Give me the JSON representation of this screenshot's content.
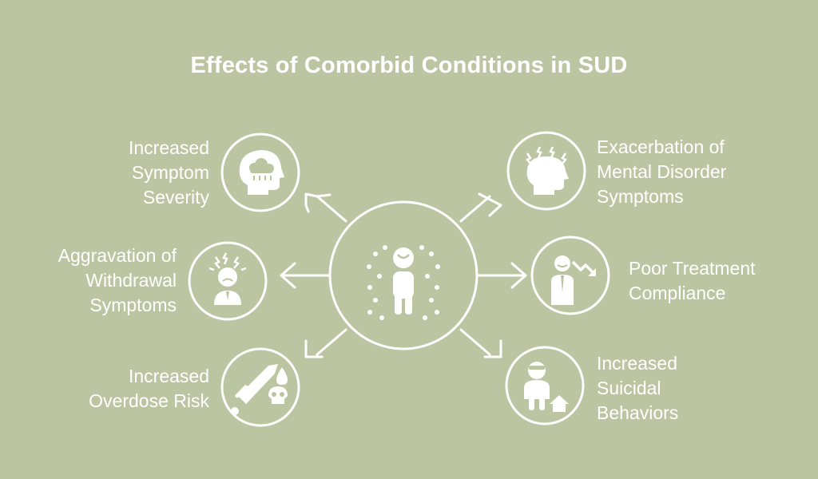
{
  "title": "Effects of Comorbid Conditions in SUD",
  "colors": {
    "background": "#bcc5a1",
    "foreground": "#ffffff"
  },
  "center": {
    "icon": "person-radiating-icon"
  },
  "nodes": [
    {
      "id": "symptom-severity",
      "lines": [
        "Increased",
        "Symptom",
        "Severity"
      ],
      "icon": "head-rain-cloud-icon"
    },
    {
      "id": "withdrawal",
      "lines": [
        "Aggravation of",
        "Withdrawal",
        "Symptoms"
      ],
      "icon": "distressed-person-icon"
    },
    {
      "id": "overdose",
      "lines": [
        "Increased",
        "Overdose Risk"
      ],
      "icon": "dagger-skull-icon"
    },
    {
      "id": "mental-disorder",
      "lines": [
        "Exacerbation of",
        "Mental Disorder",
        "Symptoms"
      ],
      "icon": "head-lightning-icon"
    },
    {
      "id": "treatment-compliance",
      "lines": [
        "Poor Treatment",
        "Compliance"
      ],
      "icon": "person-down-arrow-icon"
    },
    {
      "id": "suicidal",
      "lines": [
        "Increased",
        "Suicidal",
        "Behaviors"
      ],
      "icon": "person-house-icon"
    }
  ]
}
